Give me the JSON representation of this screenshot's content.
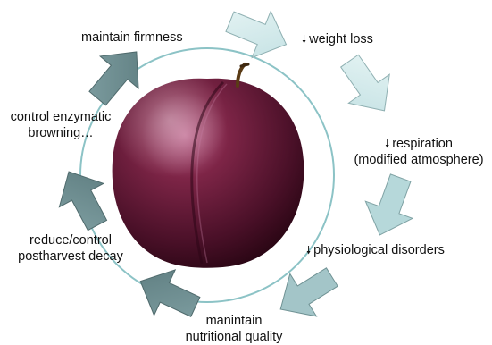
{
  "diagram": {
    "center_image": "purple-plum-photo",
    "labels": {
      "weight_loss": "weight loss",
      "respiration_1": "respiration",
      "respiration_2": "(modified atmosphere)",
      "physiological": "physiological disorders",
      "nutritional_1": "manintain",
      "nutritional_2": "nutritional quality",
      "decay_1": "reduce/control",
      "decay_2": "postharvest decay",
      "browning_1": "control enzymatic",
      "browning_2": "browning…",
      "firmness": "maintain firmness"
    },
    "down_arrow_symbol": "🠗",
    "colors": {
      "light_arrow_fill": "#d6ecec",
      "light_arrow_stroke": "#8fb0b2",
      "mid_arrow_fill": "#a9cfd2",
      "dark_arrow_fill": "#6f8f92",
      "dark_arrow_stroke": "#4f6a6c",
      "ring": "#8cc3c6",
      "plum_dark": "#3a0b1f",
      "plum_mid": "#6e1e3d",
      "plum_light": "#b0567c"
    }
  }
}
